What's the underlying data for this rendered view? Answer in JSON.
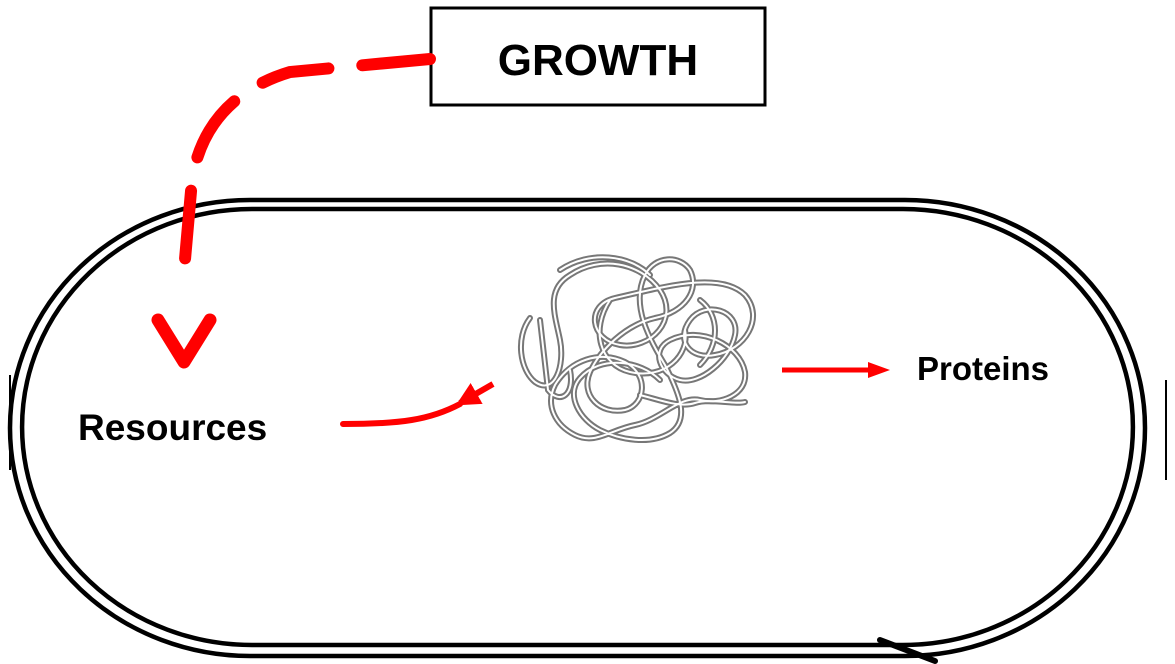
{
  "title_box": {
    "label": "GROWTH"
  },
  "labels": {
    "resources": "Resources",
    "proteins": "Proteins"
  },
  "colors": {
    "arrow": "#ff0000",
    "outline": "#000000",
    "coil": "#777777",
    "background": "#ffffff"
  },
  "icons": {
    "coil": "tangled-strand-icon"
  }
}
